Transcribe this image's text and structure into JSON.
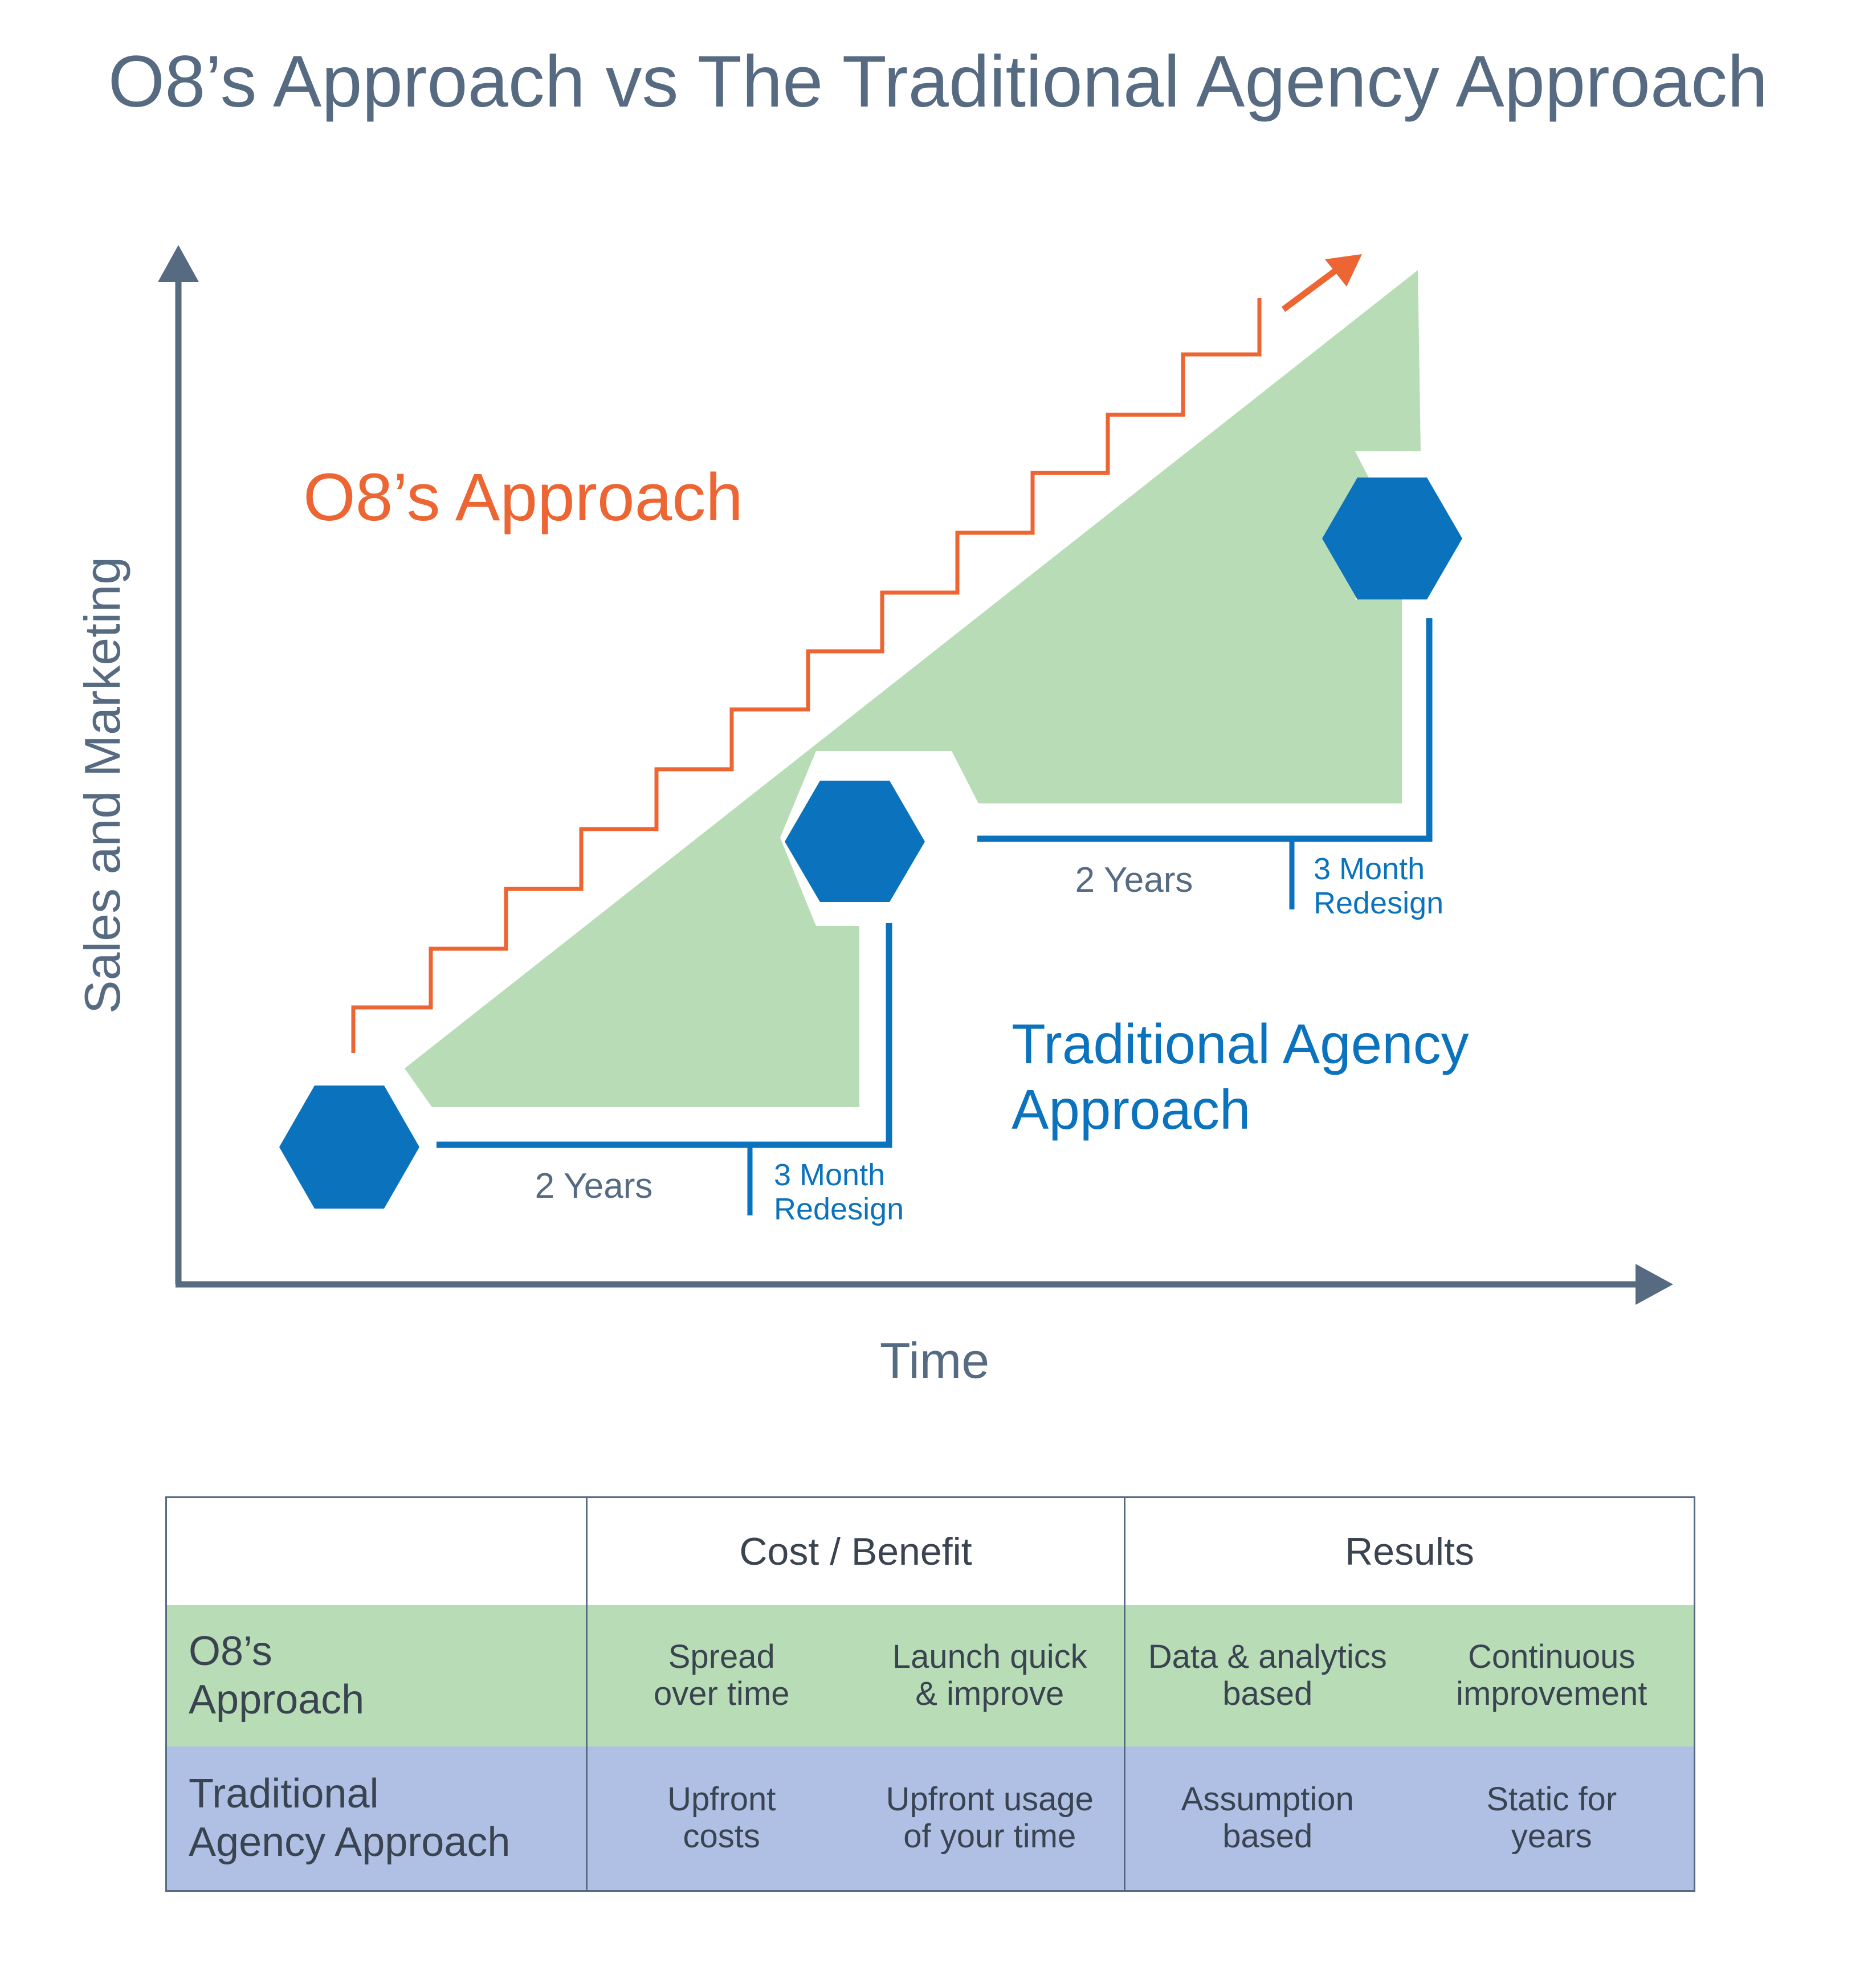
{
  "title": "O8’s Approach vs The Traditional Agency Approach",
  "diagram": {
    "y_axis_label": "Sales and Marketing",
    "x_axis_label": "Time",
    "o8_label": "O8’s Approach",
    "traditional_label_line1": "Traditional Agency",
    "traditional_label_line2": "Approach",
    "segment_1": {
      "duration": "2 Years",
      "redesign_line1": "3 Month",
      "redesign_line2": "Redesign"
    },
    "segment_2": {
      "duration": "2 Years",
      "redesign_line1": "3 Month",
      "redesign_line2": "Redesign"
    },
    "colors": {
      "orange": "#ec6532",
      "blue": "#0b73bd",
      "green": "#b8ddb6",
      "axis": "#566b82"
    }
  },
  "table": {
    "headers": {
      "blank": "",
      "cost_benefit": "Cost / Benefit",
      "results": "Results"
    },
    "rows": [
      {
        "label": "O8’s\nApproach",
        "cost_1": "Spread\nover time",
        "cost_2": "Launch quick\n& improve",
        "result_1": "Data & analytics\nbased",
        "result_2": "Continuous\nimprovement"
      },
      {
        "label": "Traditional\nAgency Approach",
        "cost_1": "Upfront\ncosts",
        "cost_2": "Upfront usage\nof your time",
        "result_1": "Assumption\nbased",
        "result_2": "Static for\nyears"
      }
    ],
    "colors": {
      "o8_row": "#b8ddb6",
      "traditional_row": "#afc0e4",
      "border": "#566b82"
    }
  }
}
